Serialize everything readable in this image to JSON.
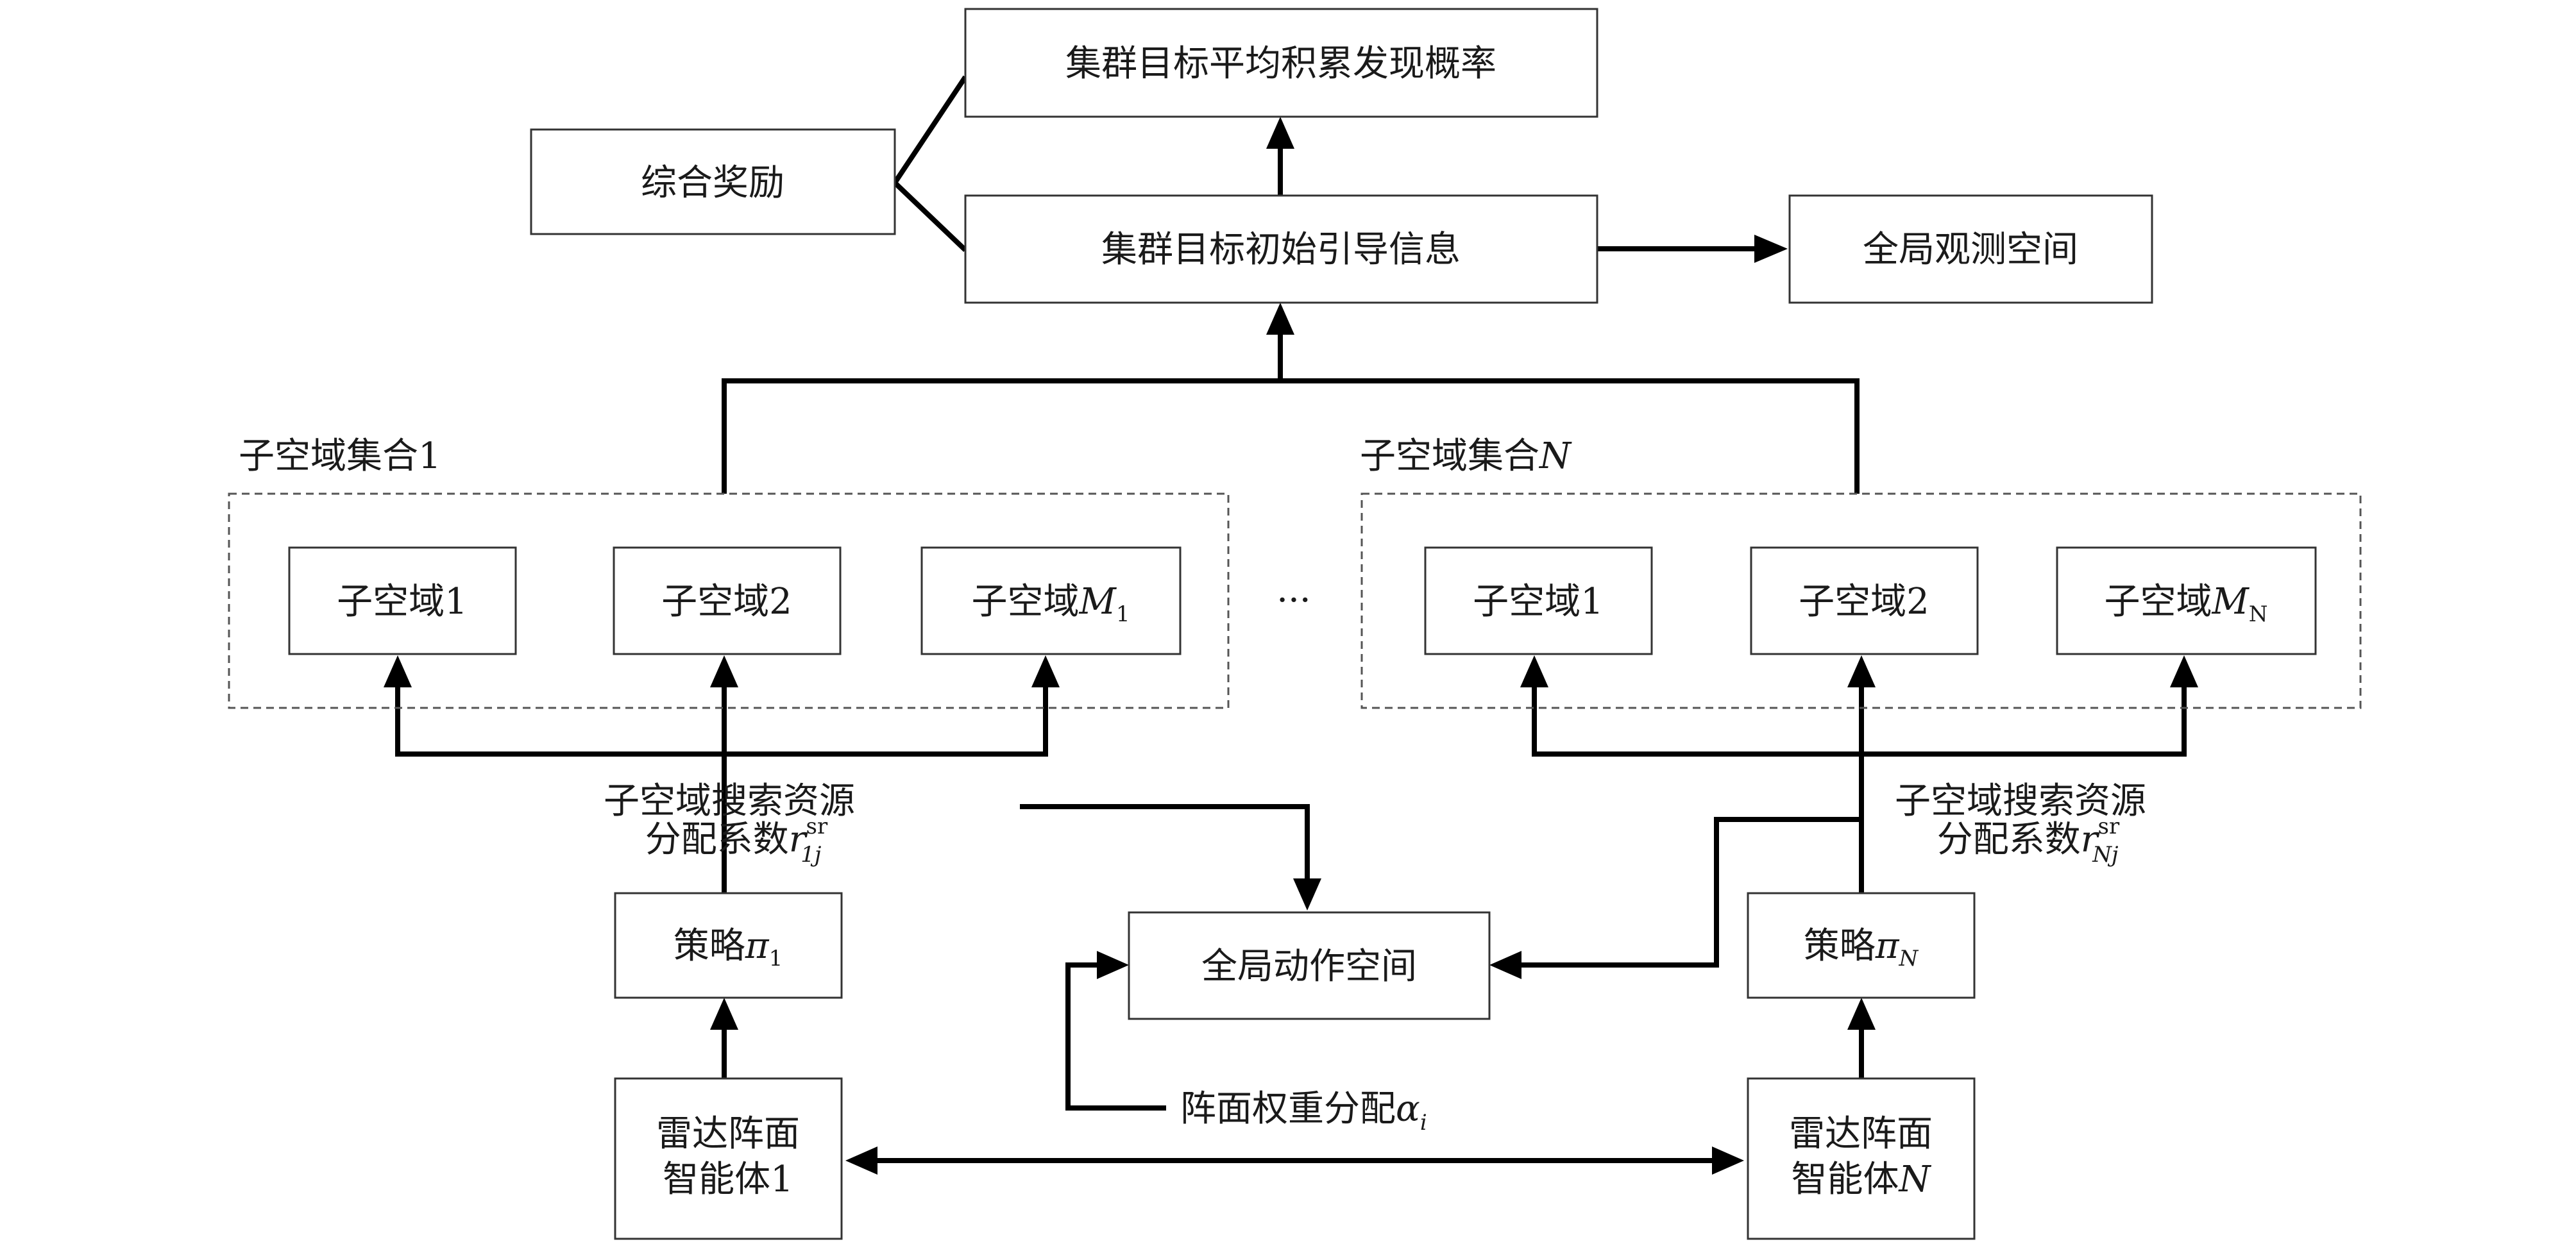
{
  "nodes": {
    "avg_cumulative_prob": "集群目标平均积累发现概率",
    "composite_reward": "综合奖励",
    "initial_guidance": "集群目标初始引导信息",
    "global_obs_space": "全局观测空间",
    "global_action_space": "全局动作空间",
    "group1": {
      "title": "子空域集合",
      "title_index": "1",
      "sub1_text": "子空域",
      "sub1_index": "1",
      "sub2_text": "子空域",
      "sub2_index": "2",
      "subM_text": "子空域",
      "subM_var": "M",
      "subM_sub": "1"
    },
    "groupN": {
      "title": "子空域集合",
      "title_index": "N",
      "sub1_text": "子空域",
      "sub1_index": "1",
      "sub2_text": "子空域",
      "sub2_index": "2",
      "subM_text": "子空域",
      "subM_var": "M",
      "subM_sub": "N"
    },
    "ellipsis": "···",
    "policy1": {
      "text": "策略",
      "var": "π",
      "sub": "1"
    },
    "policyN": {
      "text": "策略",
      "var": "π",
      "sub": "N"
    },
    "agent1": {
      "line1": "雷达阵面",
      "line2_text": "智能体",
      "line2_index": "1"
    },
    "agentN": {
      "line1": "雷达阵面",
      "line2_text": "智能体",
      "line2_index": "N"
    }
  },
  "labels": {
    "search_alloc_1": {
      "line1": "子空域搜索资源",
      "line2_text": "分配系数",
      "var": "r",
      "sup": "sr",
      "sub": "1j"
    },
    "search_alloc_N": {
      "line1": "子空域搜索资源",
      "line2_text": "分配系数",
      "var": "r",
      "sup": "sr",
      "sub": "Nj"
    },
    "array_weight": {
      "text": "阵面权重分配",
      "var": "α",
      "sub": "i"
    }
  }
}
